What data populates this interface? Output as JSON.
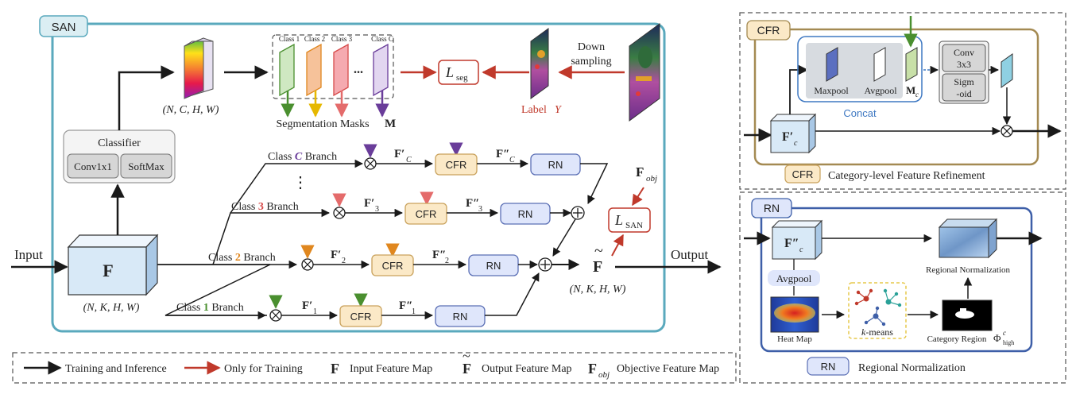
{
  "san": {
    "tag": "SAN",
    "input_label": "Input",
    "output_label": "Output",
    "F": "F",
    "F_dims": "(N, K, H, W)",
    "stack_dims": "(N, C, H, W)",
    "classifier": {
      "title": "Classifier",
      "conv": "Conv1x1",
      "softmax": "SoftMax"
    },
    "classes": {
      "c1": "Class 1",
      "c2": "Class 2",
      "c3": "Class 3",
      "cC": "Class C",
      "dots": "..."
    },
    "seg_masks_label": "Segmentation Masks",
    "seg_masks_symbol": "M",
    "loss_seg": {
      "L": "L",
      "sub": "seg"
    },
    "label_y": {
      "text": "Label",
      "sym": "Y"
    },
    "down_sampling": [
      "Down",
      "sampling"
    ],
    "branches": [
      {
        "pre": "Class",
        "num": "C",
        "post": "Branch",
        "color": "#6a3d9a"
      },
      {
        "pre": "Class",
        "num": "3",
        "post": "Branch",
        "color": "#d64b4b"
      },
      {
        "pre": "Class",
        "num": "2",
        "post": "Branch",
        "color": "#e0871f"
      },
      {
        "pre": "Class",
        "num": "1",
        "post": "Branch",
        "color": "#4a8f2f"
      }
    ],
    "branch_subs": [
      "C",
      "3",
      "2",
      "1"
    ],
    "cfr": "CFR",
    "rn": "RN",
    "vdots": "⋮",
    "loss_san": {
      "L": "L",
      "sub": "SAN"
    },
    "f_obj": {
      "F": "F",
      "sub": "obj"
    },
    "f_tilde": "F",
    "f_tilde_dims": "(N, K, H, W)"
  },
  "legend": {
    "training_inference": "Training and Inference",
    "only_training": "Only for Training",
    "input_fm": "Input Feature Map",
    "output_fm": "Output Feature Map",
    "objective_fm": "Objective Feature Map",
    "F": "F",
    "F_obj_sub": "obj"
  },
  "cfr_panel": {
    "tag": "CFR",
    "maxpool": "Maxpool",
    "avgpool": "Avgpool",
    "mc": {
      "M": "M",
      "sub": "c"
    },
    "concat": "Concat",
    "conv": [
      "Conv",
      "3x3"
    ],
    "sigmoid": [
      "Sigm",
      "-oid"
    ],
    "fc_prime": {
      "F": "F",
      "sub": "c"
    },
    "caption_tag": "CFR",
    "caption": "Category-level Feature Refinement"
  },
  "rn_panel": {
    "tag": "RN",
    "fc_dprime": {
      "F": "F",
      "sub": "c"
    },
    "avgpool": "Avgpool",
    "regional_normalization": "Regional Normalization",
    "heat_map": "Heat Map",
    "kmeans": {
      "k": "k",
      "rest": "-means"
    },
    "category_region": "Category Region",
    "phi": "Φ",
    "phi_sup": "c",
    "phi_sub": "high",
    "caption_tag": "RN",
    "caption": "Regional Normalization"
  },
  "colors": {
    "panel_teal": "#5aa9bd",
    "panel_tan": "#a48a52",
    "panel_blue": "#3e5fa8",
    "arrow_red": "#c0392b",
    "cfr_fill": "#fbe9c7",
    "cfr_stroke": "#c9a25c",
    "rn_fill": "#dfe6fb",
    "rn_stroke": "#5b6fb5",
    "cube_front": "#d8e9f7"
  }
}
